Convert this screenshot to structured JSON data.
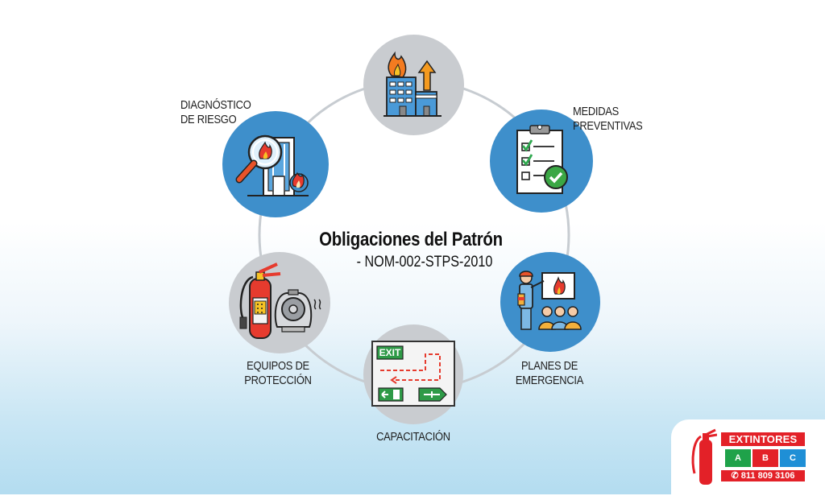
{
  "diagram": {
    "title": "Obligaciones del Patrón",
    "subtitle": "- NOM-002-STPS-2010",
    "nodes": [
      {
        "id": "top",
        "label_lines": [],
        "icon": "building-on-fire-growth-icon",
        "style": "gray"
      },
      {
        "id": "diagnostico",
        "label_lines": [
          "DIAGNÓSTICO",
          "DE RIESGO"
        ],
        "icon": "risk-diagnosis-magnifier-icon",
        "style": "blue"
      },
      {
        "id": "medidas",
        "label_lines": [
          "MEDIDAS",
          "PREVENTIVAS"
        ],
        "icon": "clipboard-checklist-icon",
        "style": "blue"
      },
      {
        "id": "planes",
        "label_lines": [
          "PLANES DE",
          "EMERGENCIA"
        ],
        "icon": "emergency-training-presentation-icon",
        "style": "blue"
      },
      {
        "id": "capacitacion",
        "label_lines": [
          "CAPACITACIÓN"
        ],
        "icon": "exit-route-map-icon",
        "style": "gray"
      },
      {
        "id": "equipos",
        "label_lines": [
          "EQUIPOS DE",
          "PROTECCIÓN"
        ],
        "icon": "fire-extinguisher-alarm-icon",
        "style": "gray"
      }
    ],
    "colors": {
      "node_blue": "#3e8fcb",
      "node_gray": "#c9ccd0",
      "ring": "#c7ccd1",
      "text": "#1e1e1e"
    }
  },
  "logo": {
    "brand": "EXTINTORES",
    "classes": [
      "A",
      "B",
      "C"
    ],
    "class_colors": [
      "#1fa24a",
      "#e32128",
      "#1f8fd6"
    ],
    "phone": "811 809 3106",
    "phone_icon": "phone-icon",
    "accent": "#e32128"
  }
}
